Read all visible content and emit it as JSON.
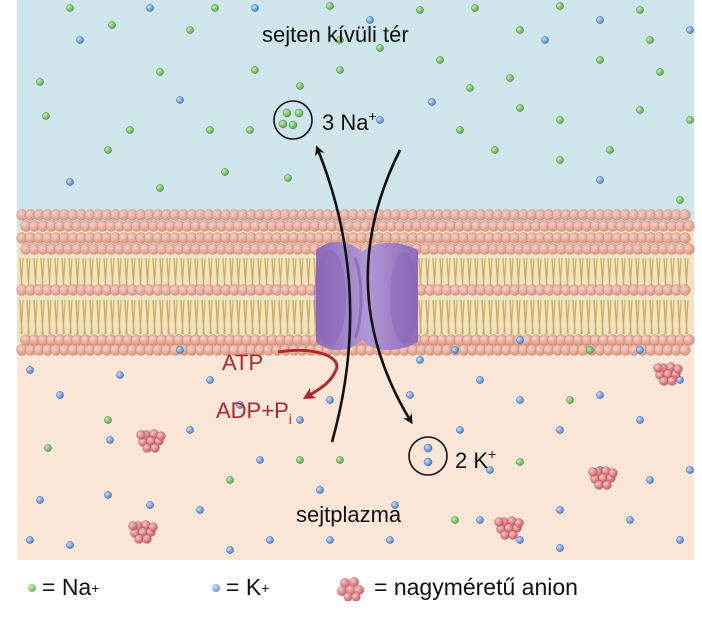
{
  "labels": {
    "outside": "sejten kívüli tér",
    "inside": "sejtplazma",
    "na_out_count": "3 Na",
    "na_out_sup": "+",
    "k_in_count": "2 K",
    "k_in_sup": "+",
    "atp": "ATP",
    "adp": "ADP+P",
    "adp_sub": "i"
  },
  "legend": {
    "na": "= Na",
    "na_sup": "+",
    "k": "= K",
    "k_sup": "+",
    "anion": "= nagyméretű anion"
  },
  "colors": {
    "extracellular": "#cfe7ec",
    "cytoplasm": "#fbe6d8",
    "lipid_head": "#e7ad9e",
    "lipid_tail": "#d6b86a",
    "pump": "#a385c8",
    "na_ion": "#7fc26a",
    "k_ion": "#6f9fd8",
    "anion": "#e5868a",
    "atp_text": "#b3262e"
  }
}
